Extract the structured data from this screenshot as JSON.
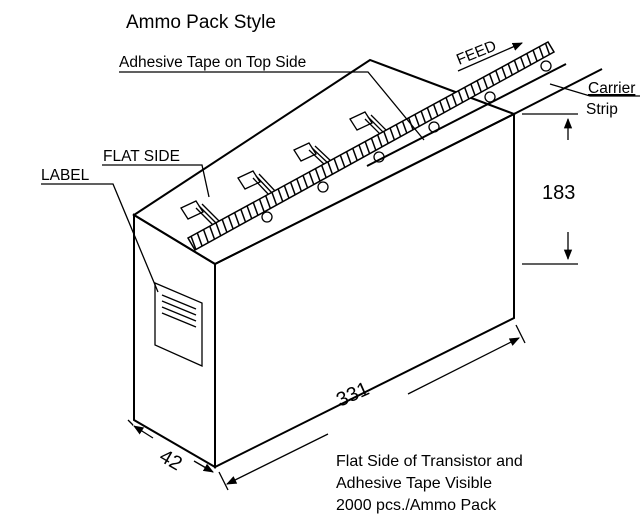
{
  "title": "Ammo Pack Style",
  "labels": {
    "adhesive_tape": "Adhesive Tape on Top Side",
    "feed": "FEED",
    "carrier": "Carrier",
    "strip": "Strip",
    "flat_side": "FLAT SIDE",
    "label": "LABEL"
  },
  "dimensions": {
    "height": "183",
    "length": "331",
    "depth": "42"
  },
  "notes": [
    "Flat Side of Transistor and",
    "Adhesive Tape Visible",
    "2000 pcs./Ammo Pack"
  ]
}
